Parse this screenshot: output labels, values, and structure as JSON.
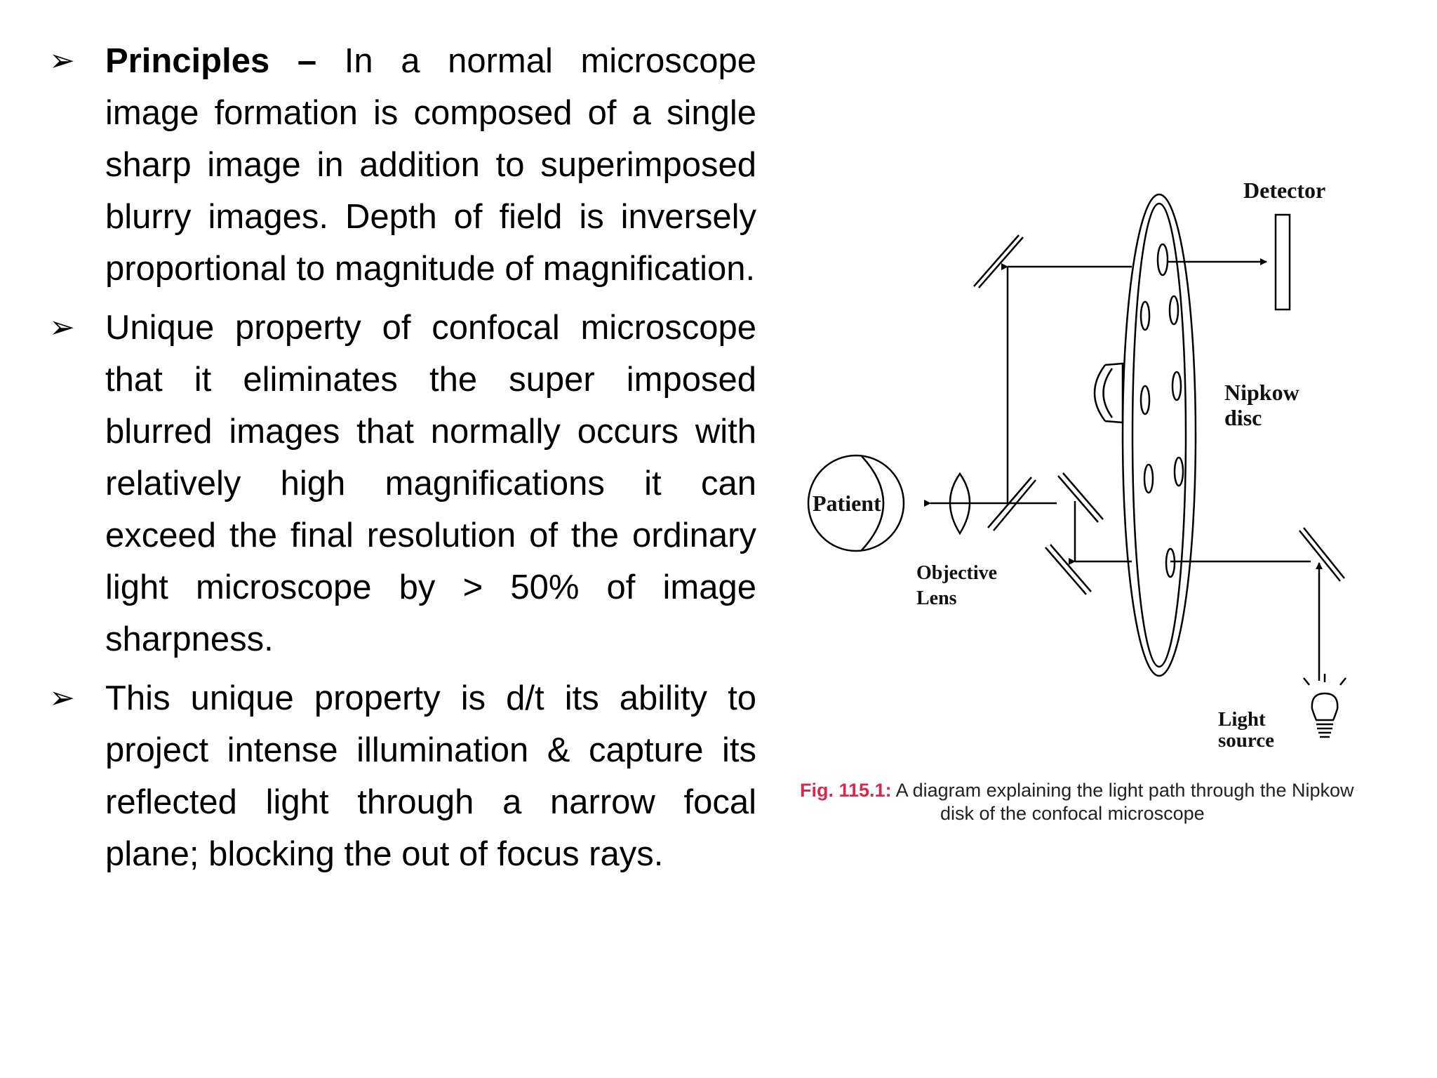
{
  "bullets": [
    {
      "marker": "➢",
      "lead": "Principles –",
      "text": " In a normal microscope image formation is composed of a single sharp image in addition to superimposed blurry images. Depth of field is inversely proportional to magnitude of magnification."
    },
    {
      "marker": "➢",
      "lead": "",
      "text": "Unique property of confocal microscope that it eliminates the super imposed blurred images that normally occurs with relatively high magnifications it can exceed the final resolution of the ordinary light microscope by > 50% of image sharpness."
    },
    {
      "marker": "➢",
      "lead": "",
      "text": "This unique property is d/t its ability to project intense illumination & capture its reflected light through a narrow focal plane; blocking the out of focus rays."
    }
  ],
  "figure": {
    "labels": {
      "detector": "Detector",
      "nipkow_1": "Nipkow",
      "nipkow_2": "disc",
      "patient": "Patient",
      "objective_1": "Objective",
      "objective_2": "Lens",
      "light_1": "Light",
      "light_2": "source"
    },
    "caption": {
      "fig_no": "Fig. 115.1:",
      "line1": " A diagram explaining the light path through the Nipkow",
      "line2": "disk of the confocal microscope"
    },
    "colors": {
      "caption_fig": "#d6294f"
    }
  }
}
